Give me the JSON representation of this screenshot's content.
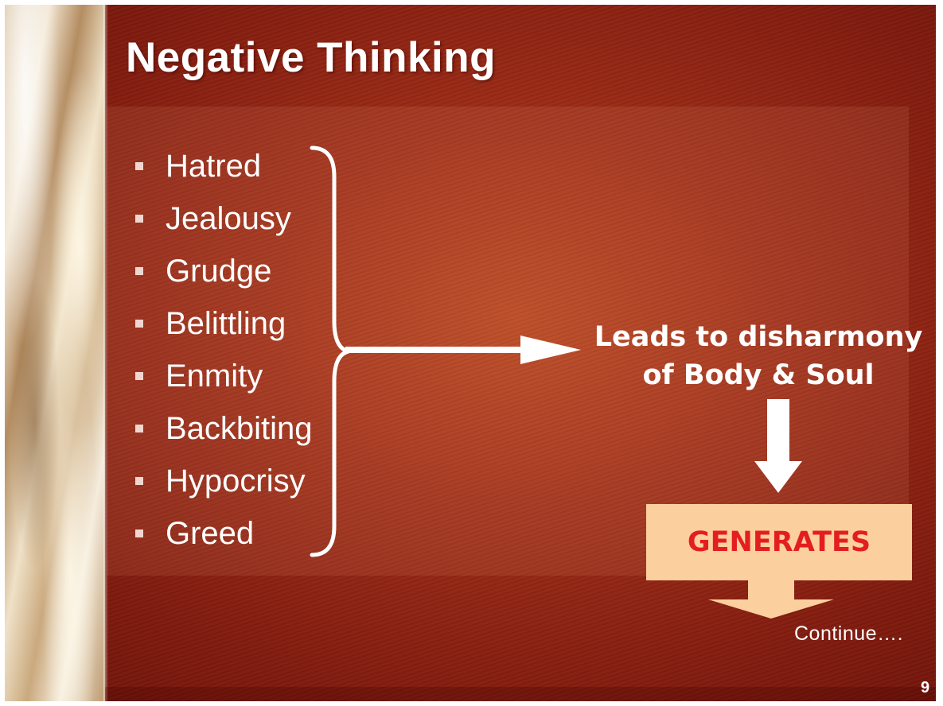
{
  "slide": {
    "title": "Negative Thinking",
    "items": [
      "Hatred",
      "Jealousy",
      "Grudge",
      "Belittling",
      "Enmity",
      "Backbiting",
      "Hypocrisy",
      "Greed"
    ],
    "result_line1": "Leads to disharmony",
    "result_line2": "of Body & Soul",
    "box_label": "GENERATES",
    "continue_text": "Continue….",
    "page_number": "9"
  },
  "colors": {
    "background": "#9e2d17",
    "text": "#ffffff",
    "box_fill": "#fccf9e",
    "box_text": "#e41e1e",
    "bullet": "#f1d6cf"
  }
}
